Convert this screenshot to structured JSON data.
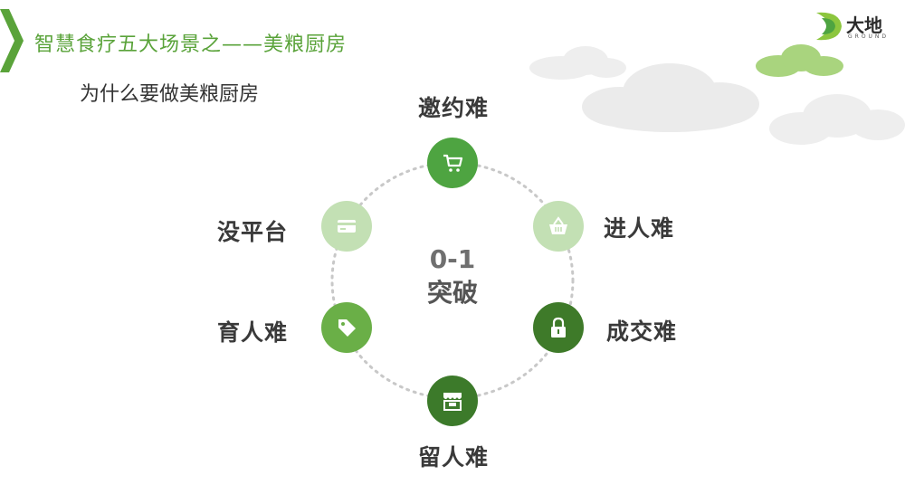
{
  "header": {
    "title": "智慧食疗五大场景之——美粮厨房",
    "subtitle": "为什么要做美粮厨房"
  },
  "logo": {
    "name": "大地",
    "tagline": "GROUND"
  },
  "diagram": {
    "center": {
      "number": "0-1",
      "text": "突破"
    },
    "nodes": [
      {
        "label": "邀约难",
        "icon": "cart-icon",
        "color": "#4ea441"
      },
      {
        "label": "进人难",
        "icon": "basket-icon",
        "color": "#c3e0b4"
      },
      {
        "label": "成交难",
        "icon": "lock-icon",
        "color": "#3e7a29"
      },
      {
        "label": "留人难",
        "icon": "store-icon",
        "color": "#3c7a2a"
      },
      {
        "label": "育人难",
        "icon": "tag-icon",
        "color": "#6aaf47"
      },
      {
        "label": "没平台",
        "icon": "card-icon",
        "color": "#c3e0b4"
      }
    ]
  },
  "colors": {
    "title_green": "#5aa33a",
    "ring": "#c8c8c8"
  }
}
